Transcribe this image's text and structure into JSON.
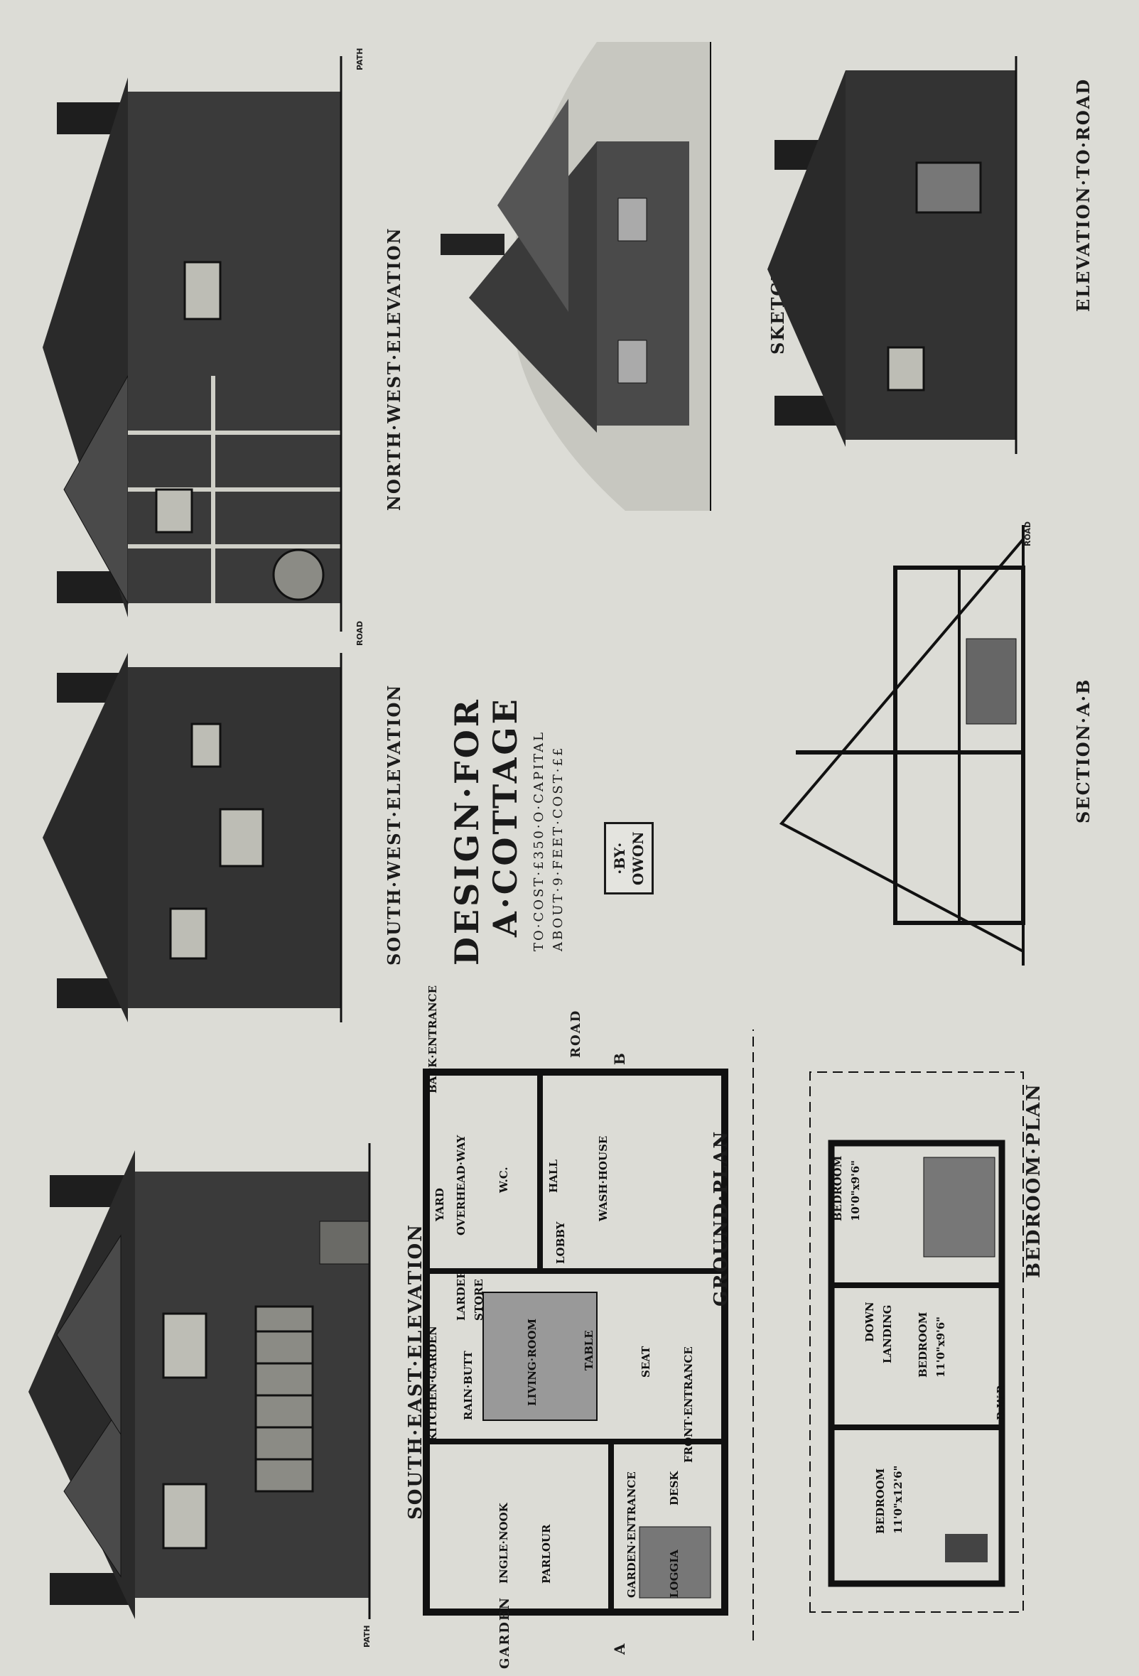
{
  "elevations": {
    "south_east": "SOUTH·EAST·ELEVATION",
    "south_west": "SOUTH·WEST·ELEVATION",
    "north_west": "NORTH·WEST·ELEVATION",
    "to_road": "ELEVATION·TO·ROAD",
    "section": "SECTION·A·B"
  },
  "sketch_label": "SKETCH",
  "title": {
    "line1": "DESIGN·FOR",
    "line2": "A·COTTAGE",
    "line3": "TO·COST·£350·O·CAPITAL",
    "line4": "ABOUT·9·FEET·COST·££"
  },
  "monogram": {
    "line1": "·BY·",
    "line2": "OWON"
  },
  "ground_plan": {
    "label": "GROUND·PLAN",
    "rooms": {
      "living": "LIVING·ROOM",
      "parlour": "PARLOUR",
      "loggia": "LOGGIA",
      "inglenook": "INGLE·NOOK",
      "yard": "YARD",
      "wc": "W.C.",
      "lobby": "LOBBY",
      "larder": "LARDER",
      "store": "STORE",
      "wash_house": "WASH·HOUSE",
      "hall": "HALL",
      "kitchen_garden": "KITCHEN·GARDEN",
      "garden_entrance": "GARDEN·ENTRANCE",
      "front_entrance": "FRONT·ENTRANCE",
      "back_entrance": "BACK·ENTRANCE",
      "overhead_way": "OVERHEAD·WAY",
      "desk": "DESK",
      "seat": "SEAT",
      "table": "TABLE",
      "rain_butt": "RAIN·BUTT"
    },
    "road": "ROAD",
    "garden": "GARDEN",
    "marker_a": "A",
    "marker_b": "B"
  },
  "bedroom_plan": {
    "label": "BEDROOM·PLAN",
    "bedroom1": "BEDROOM",
    "bedroom1_size": "11'0\"x12'6\"",
    "bedroom2": "BEDROOM",
    "bedroom2_size": "10'0\"x9'6\"",
    "bedroom3": "BEDROOM",
    "bedroom3_size": "11'0\"x9'6\"",
    "landing": "LANDING",
    "down": "DOWN",
    "rwp": "R.W.P."
  },
  "small_labels": {
    "path_se": "PATH",
    "road_nw": "ROAD",
    "path_nw": "PATH",
    "road_section": "ROAD"
  },
  "colors": {
    "ink": "#1b1b1b",
    "paper": "#dcdcd6",
    "wash": "#5a5a5a"
  }
}
